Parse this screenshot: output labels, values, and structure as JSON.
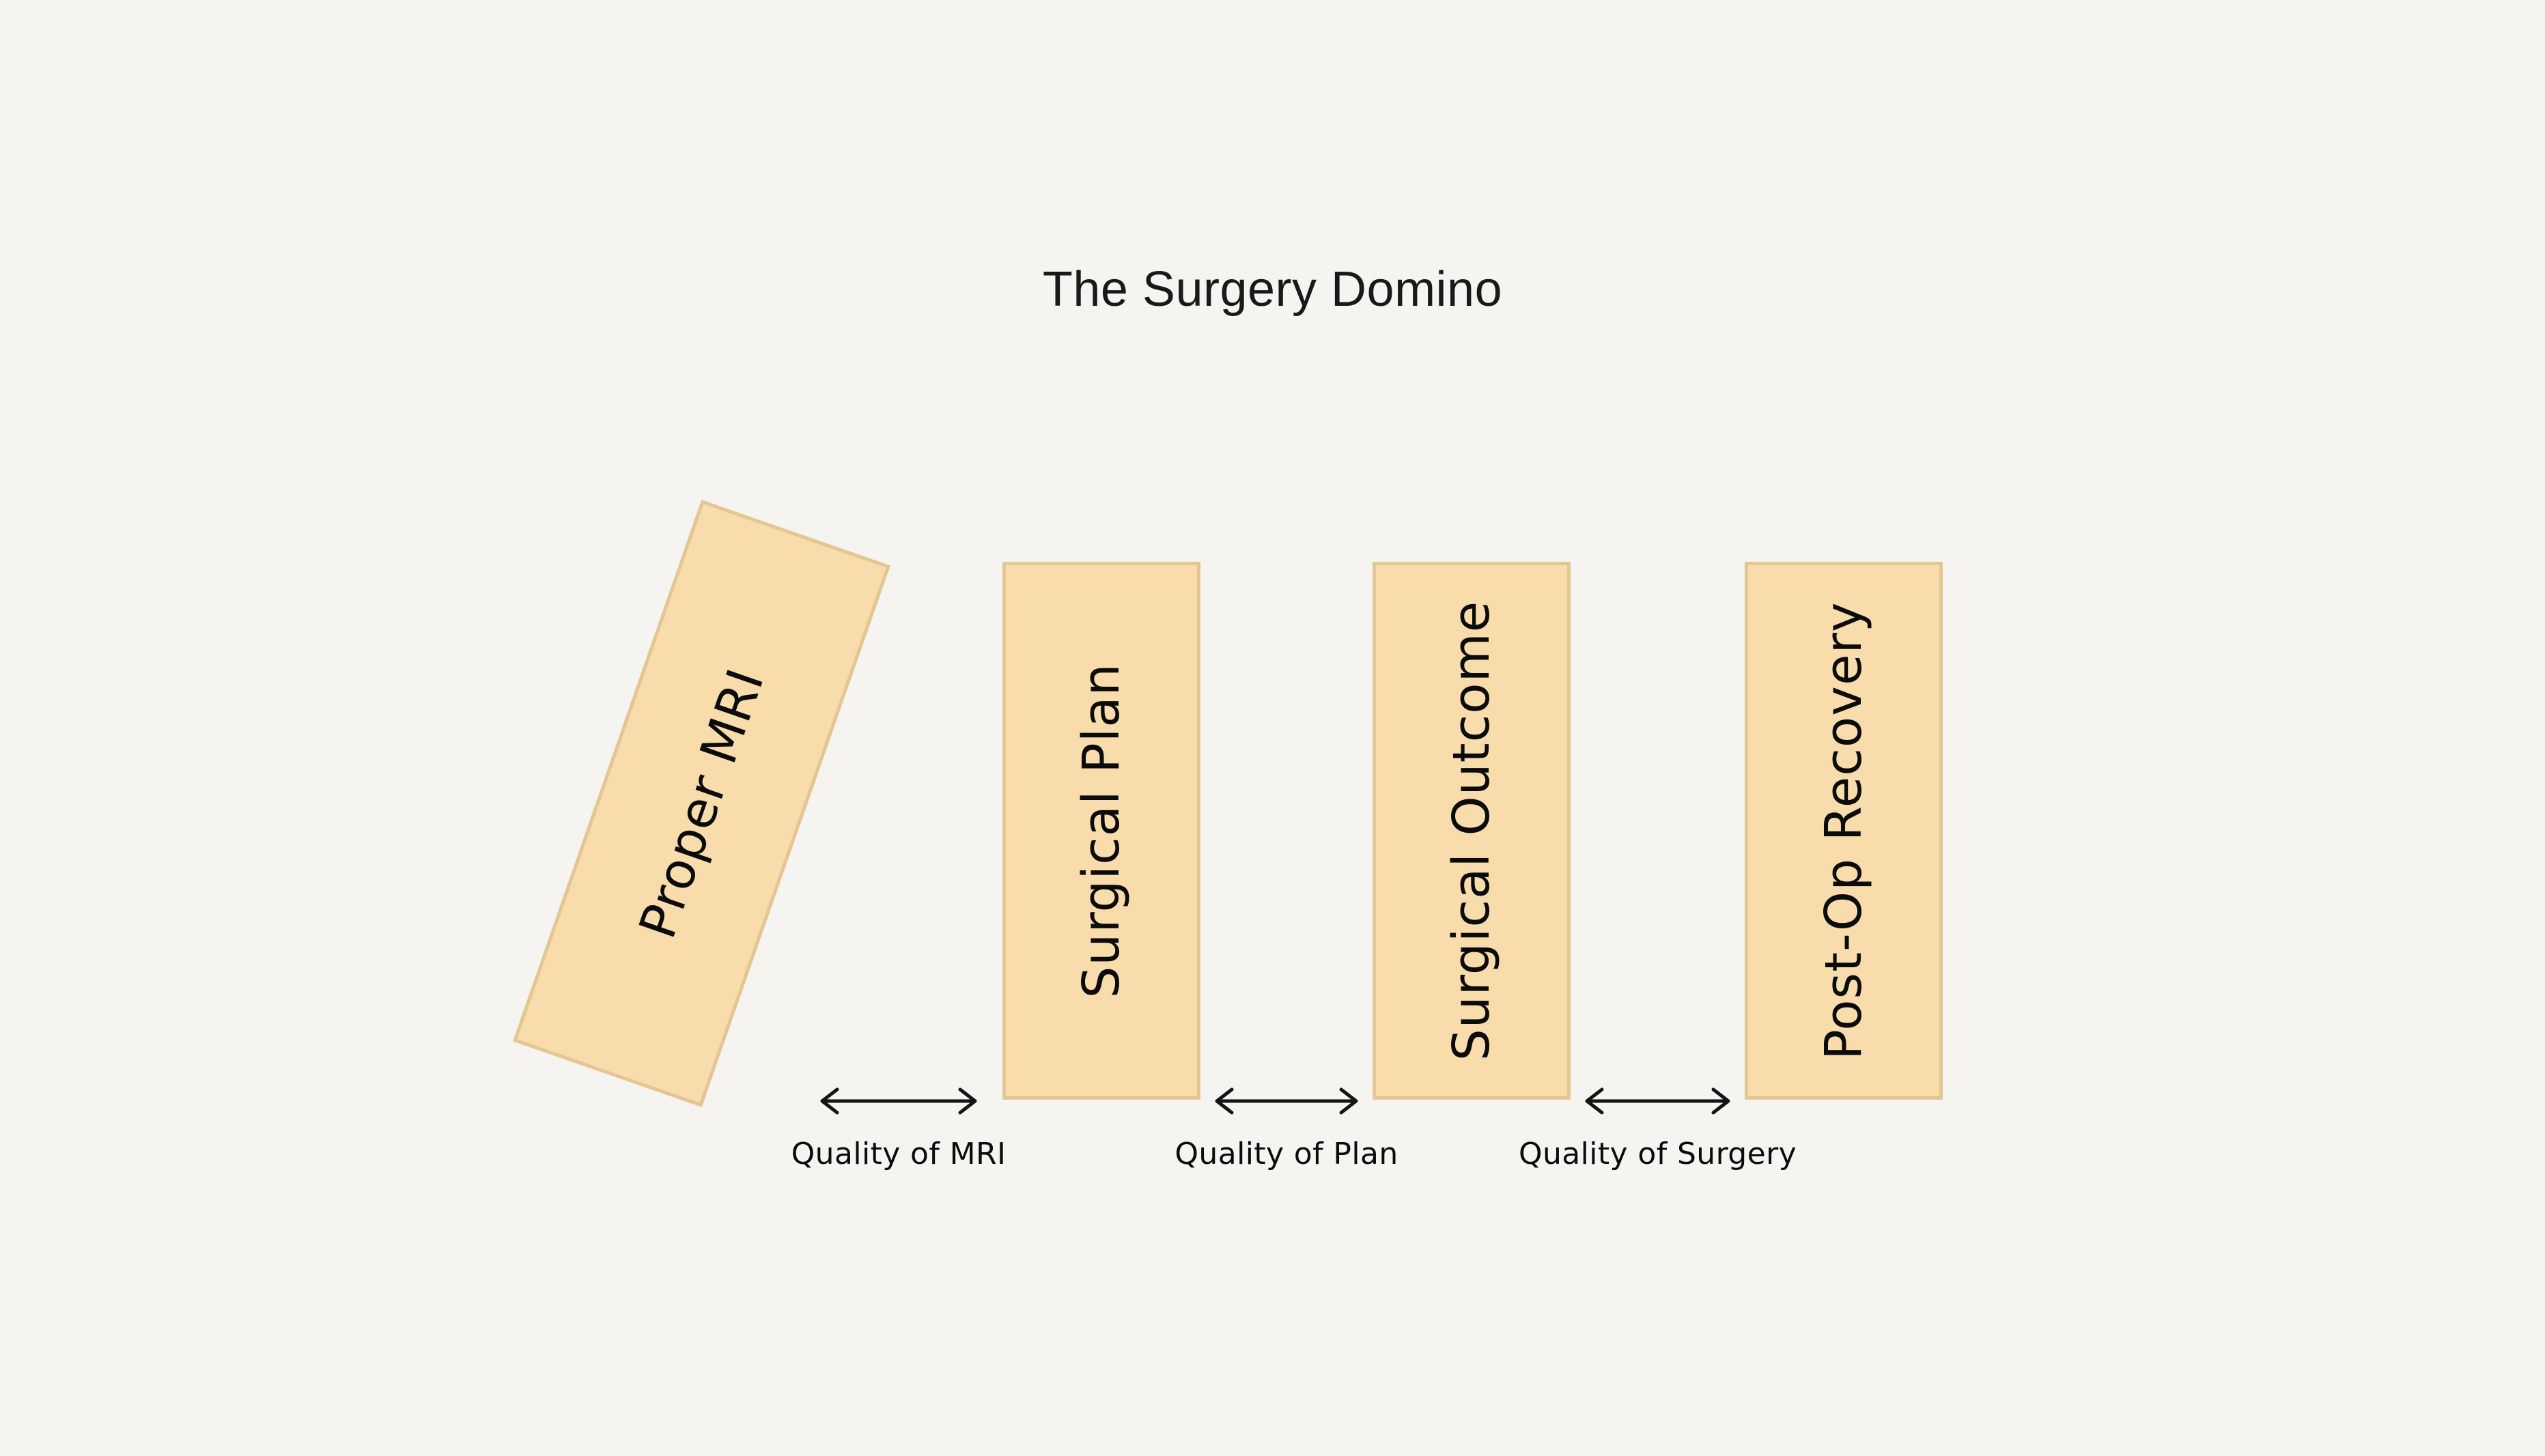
{
  "diagram": {
    "title": "The Surgery Domino",
    "background_color": "#f5f4f0",
    "domino_fill_color": "#f8dcab",
    "domino_border_color": "#e3c692",
    "text_color": "#0b0b0b",
    "dominoes": [
      {
        "label": "Proper MRI",
        "state": "tipping",
        "rotation_deg": 19
      },
      {
        "label": "Surgical Plan",
        "state": "upright",
        "rotation_deg": 0
      },
      {
        "label": "Surgical Outcome",
        "state": "upright",
        "rotation_deg": 0
      },
      {
        "label": "Post-Op Recovery",
        "state": "upright",
        "rotation_deg": 0
      }
    ],
    "gaps": [
      {
        "label": "Quality of MRI",
        "from": "Proper MRI",
        "to": "Surgical Plan"
      },
      {
        "label": "Quality of Plan",
        "from": "Surgical Plan",
        "to": "Surgical Outcome"
      },
      {
        "label": "Quality of Surgery",
        "from": "Surgical Outcome",
        "to": "Post-Op Recovery"
      }
    ]
  }
}
